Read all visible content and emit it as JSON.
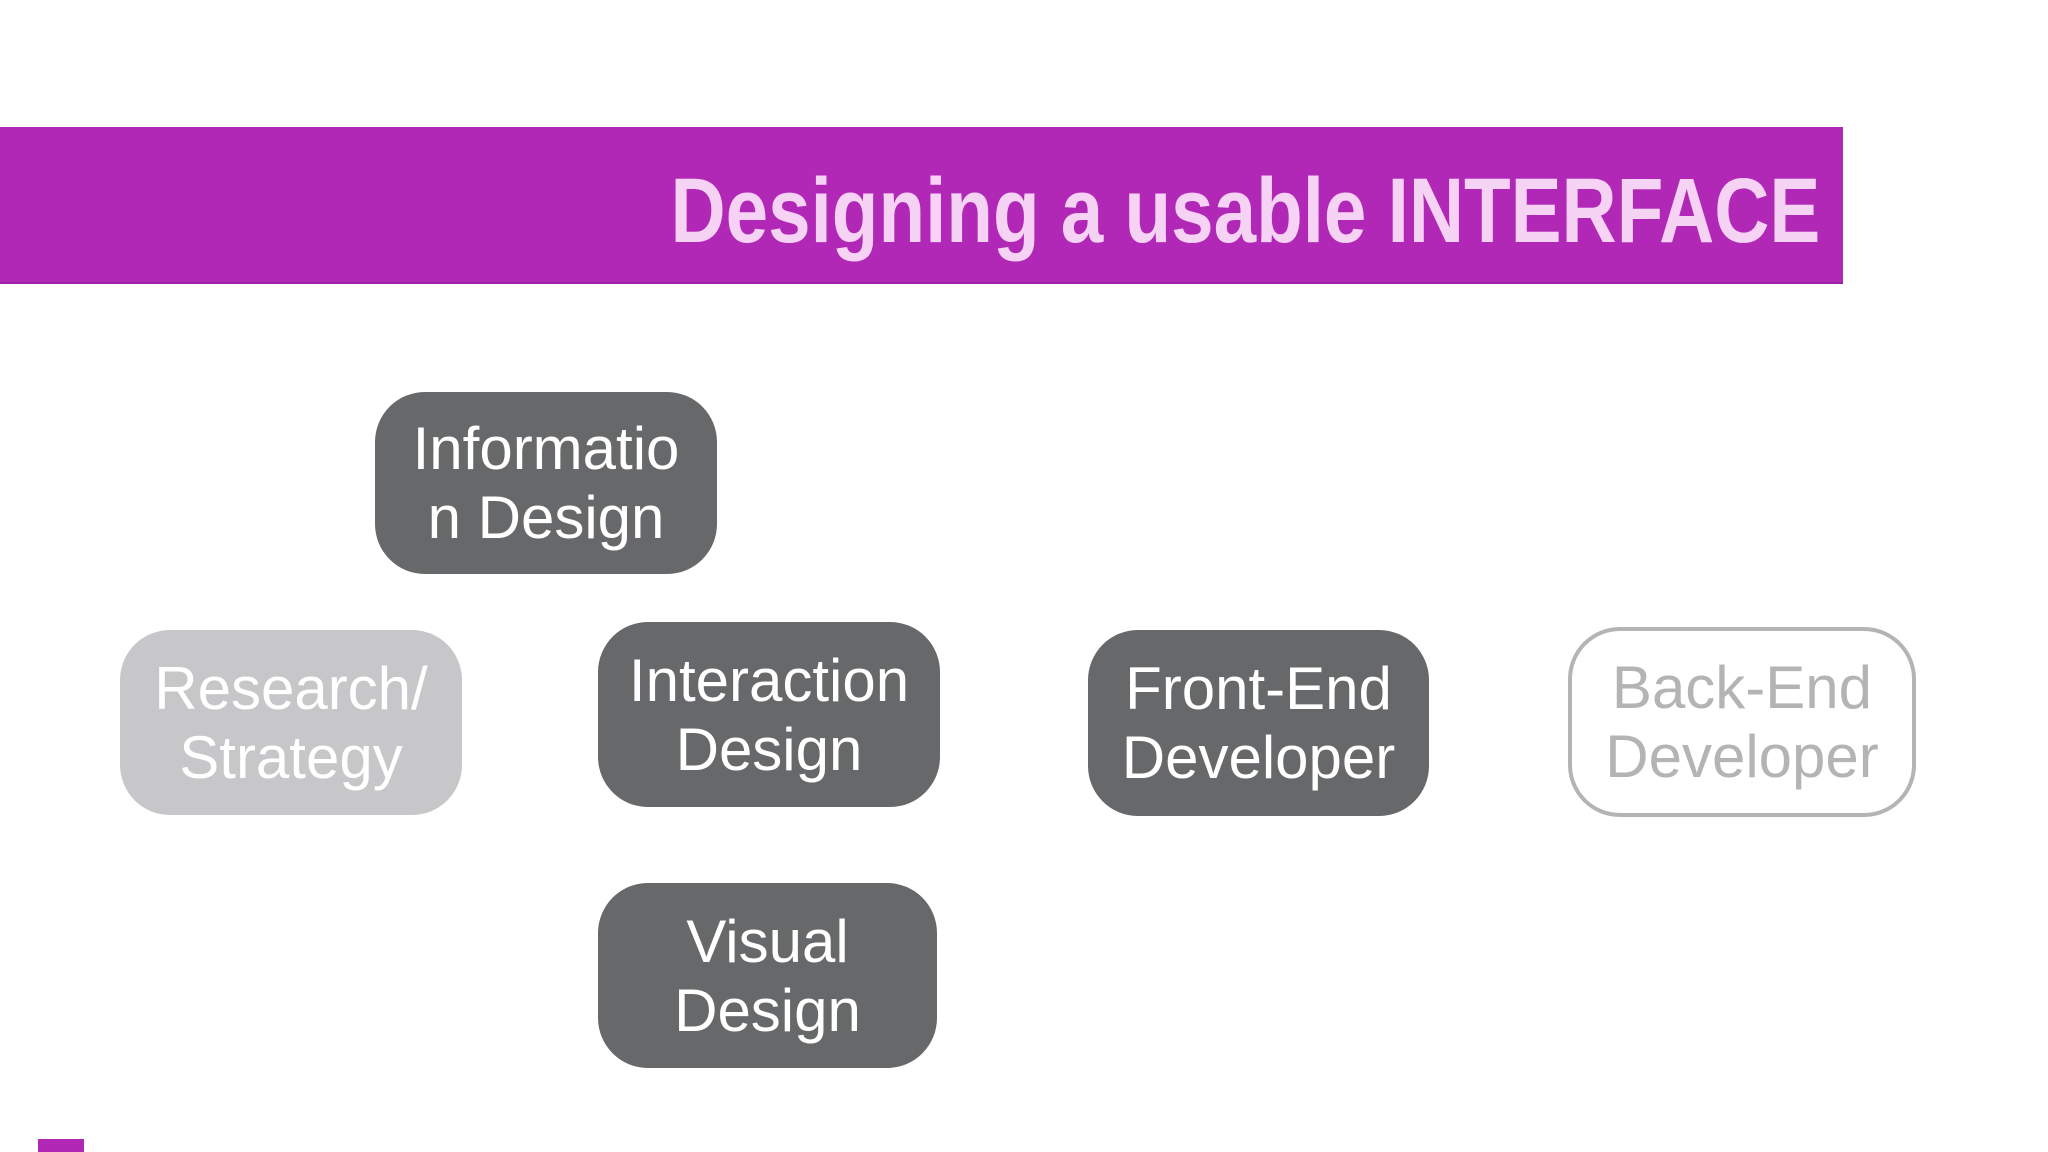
{
  "slide": {
    "banner": {
      "title": "Designing a usable INTERFACE"
    },
    "boxes": [
      {
        "name": "information-design",
        "line1": "Informatio",
        "line2": "n Design",
        "style": "dark"
      },
      {
        "name": "research-strategy",
        "line1": "Research/",
        "line2": "Strategy",
        "style": "light"
      },
      {
        "name": "interaction-design",
        "line1": "Interaction",
        "line2": "Design",
        "style": "dark"
      },
      {
        "name": "front-end-developer",
        "line1": "Front-End",
        "line2": "Developer",
        "style": "dark"
      },
      {
        "name": "back-end-developer",
        "line1": "Back-End",
        "line2": "Developer",
        "style": "outline"
      },
      {
        "name": "visual-design",
        "line1": "Visual",
        "line2": "Design",
        "style": "dark"
      }
    ],
    "colors": {
      "banner_background": "#b128b7",
      "banner_bottom_edge": "#9a22a2",
      "banner_text": "#f6d2f4",
      "dark_box_background": "#66686a",
      "dark_box_text": "#ffffff",
      "light_box_background": "#c7c7c9",
      "light_box_text": "#ffffff",
      "outline_box_border": "#b4b4b6",
      "outline_box_text": "#b4b4b6",
      "page_background": "#ffffff",
      "accent_bar": "#b128b7"
    }
  }
}
